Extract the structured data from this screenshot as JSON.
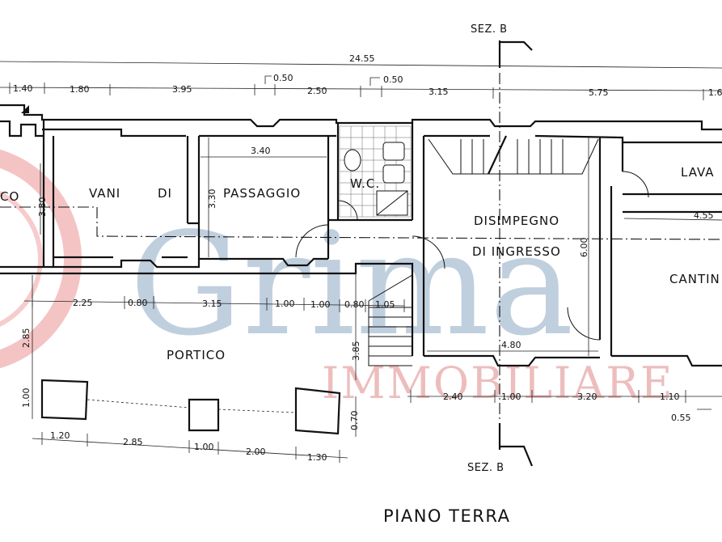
{
  "title": "PIANO TERRA",
  "section_label": "SEZ. B",
  "watermark": {
    "brand": "Grima",
    "sub": "IMMOBILIARE",
    "ring_color": "#e05555",
    "brand_color": "#8da9c4"
  },
  "rooms": {
    "r1": "CO",
    "r2": "VANI DI",
    "r3": "PASSAGGIO",
    "r4": "W.C.",
    "r5a": "DISIMPEGNO",
    "r5b": "DI INGRESSO",
    "r6": "LAVA",
    "r7": "CANTIN",
    "r8": "PORTICO"
  },
  "dims": {
    "total": "24.55",
    "d01": "1.40",
    "d02": "1.80",
    "d03": "3.95",
    "d04": "0.50",
    "d05": "2.50",
    "d06": "0.50",
    "d07": "3.15",
    "d08": "5.75",
    "d09": "1.6",
    "d10": "3.80",
    "d11": "3.30",
    "d12": "3.40",
    "d13": "6.00",
    "d14": "4.55",
    "d15": "2.25",
    "d16": "0.80",
    "d17": "3.15",
    "d18": "1.00",
    "d19": "1.00",
    "d20": "0.80",
    "d21": "1.05",
    "d22": "2.85",
    "d23": "3.85",
    "d24": "4.80",
    "d25": "1.00",
    "d26": "2.40",
    "d27": "1.00",
    "d28": "3.20",
    "d29": "1.10",
    "d30": "0.55",
    "d31": "0.70",
    "d32": "1.20",
    "d33": "2.85",
    "d34": "1.00",
    "d35": "2.00",
    "d36": "1.30"
  }
}
